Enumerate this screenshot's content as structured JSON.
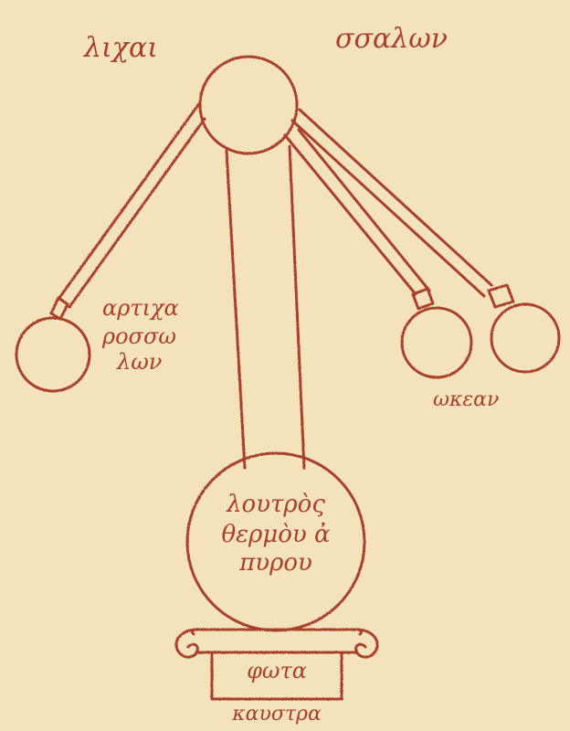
{
  "colors": {
    "parchment": "#f4e2bc",
    "ink": "#a8402a"
  },
  "labels": {
    "top_left": "λιχαι",
    "top_right": "σσαλων",
    "left_lines": [
      "αρτιχα",
      "ροσσω",
      "λων"
    ],
    "right_lower": "ωκεαν",
    "center_lines": [
      "λουτρὸς",
      "θερμὸυ ἀ",
      "πυρου"
    ],
    "base_inner": "φωτα",
    "base_bottom": "καυστρα"
  }
}
